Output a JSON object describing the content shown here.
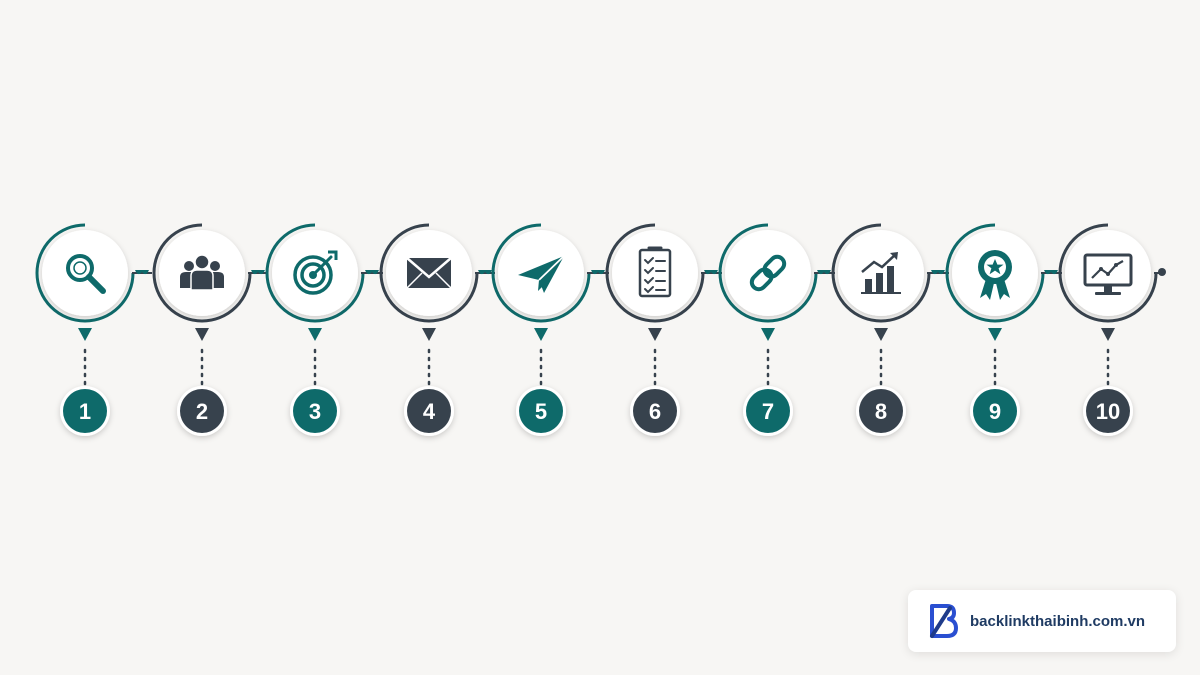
{
  "steps": [
    {
      "number": "1",
      "icon": "search-icon",
      "color": "#0e6a6a"
    },
    {
      "number": "2",
      "icon": "users-icon",
      "color": "#37424d"
    },
    {
      "number": "3",
      "icon": "target-icon",
      "color": "#0e6a6a"
    },
    {
      "number": "4",
      "icon": "envelope-icon",
      "color": "#37424d"
    },
    {
      "number": "5",
      "icon": "paper-plane-icon",
      "color": "#0e6a6a"
    },
    {
      "number": "6",
      "icon": "checklist-icon",
      "color": "#37424d"
    },
    {
      "number": "7",
      "icon": "link-icon",
      "color": "#0e6a6a"
    },
    {
      "number": "8",
      "icon": "growth-chart-icon",
      "color": "#37424d"
    },
    {
      "number": "9",
      "icon": "award-ribbon-icon",
      "color": "#0e6a6a"
    },
    {
      "number": "10",
      "icon": "monitor-chart-icon",
      "color": "#37424d"
    }
  ],
  "colors": {
    "teal": "#0e6a6a",
    "dark": "#37424d",
    "background": "#f7f6f4"
  },
  "brand": {
    "text": "backlinkthaibinh.com.vn",
    "logo": "brand-b-logo-icon"
  }
}
